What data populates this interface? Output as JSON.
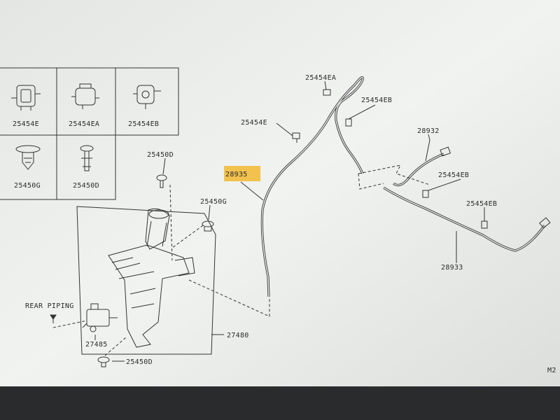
{
  "parts_table": {
    "row1": [
      "25454E",
      "25454EA",
      "25454EB"
    ],
    "row2": [
      "25450G",
      "25450D"
    ]
  },
  "callouts": {
    "p_25450D_top": "25450D",
    "p_25450G": "25450G",
    "p_25454E": "25454E",
    "p_28935": "28935",
    "p_25454EA": "25454EA",
    "p_25454EB_top": "25454EB",
    "p_28932": "28932",
    "p_25454EB_mid": "25454EB",
    "p_25454EB_right": "25454EB",
    "p_28933": "28933",
    "p_27480": "27480",
    "p_27485": "27485",
    "p_25450D_bottom": "25450D",
    "rear_piping": "REAR PIPING",
    "page_code": "M2"
  },
  "colors": {
    "paper": "#eef0ee",
    "ink": "#333333",
    "highlight": "#f2c14e",
    "monitor_bezel": "#2a2b2d"
  }
}
